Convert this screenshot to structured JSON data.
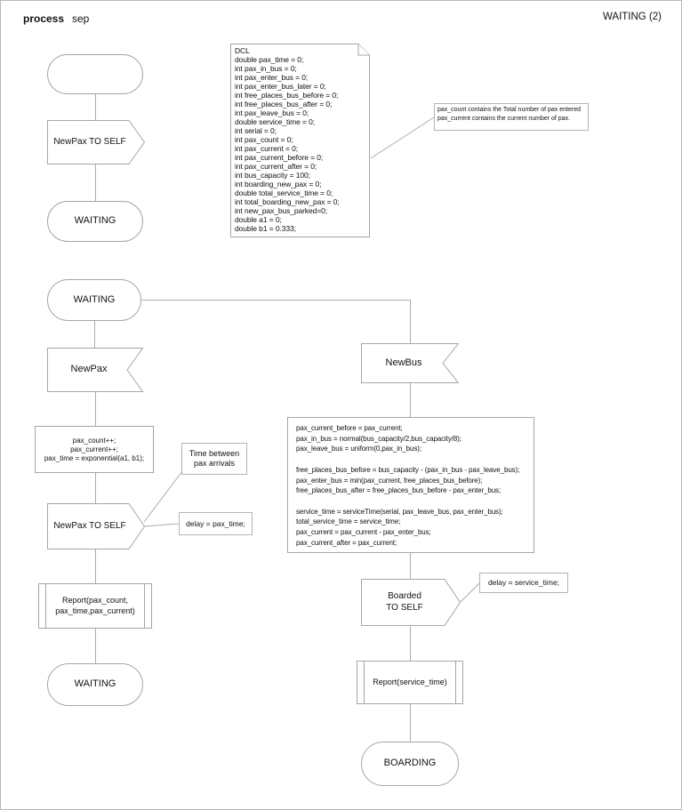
{
  "header": {
    "process_label": "process",
    "process_name": "sep",
    "page_label": "WAITING (2)"
  },
  "declarations": {
    "dcl_text": "DCL\ndouble pax_time = 0;\nint pax_in_bus = 0;\nint pax_enter_bus = 0;\nint pax_enter_bus_later = 0;\nint free_places_bus_before = 0;\nint free_places_bus_after = 0;\nint pax_leave_bus = 0;\ndouble service_time = 0;\nint serial = 0;\nint pax_count = 0;\nint pax_current = 0;\nint pax_current_before = 0;\nint pax_current_after = 0;\nint bus_capacity = 100;\nint boarding_new_pax = 0;\ndouble total_service_time = 0;\nint total_boarding_new_pax = 0;\nint new_pax_bus_parked=0;\ndouble a1 = 0;\ndouble b1 = 0.333;"
  },
  "comments": {
    "pax_note": "pax_count contains the Total number of pax entered\npax_current contains the current number of pax.",
    "time_between": "Time between\npax arrivals",
    "delay_pax": "delay = pax_time;",
    "delay_service": "delay = service_time;"
  },
  "left_flow": {
    "output_newpax_top": "NewPax TO SELF",
    "state_waiting_1": "WAITING",
    "state_waiting_2": "WAITING",
    "input_newpax": "NewPax",
    "task_code": "pax_count++;\npax_current++;\npax_time = exponential(a1, b1);",
    "output_newpax": "NewPax TO SELF",
    "procedure_report": "Report(pax_count,\npax_time,pax_current)",
    "state_waiting_3": "WAITING"
  },
  "right_flow": {
    "input_newbus": "NewBus",
    "task_code": "pax_current_before = pax_current;\npax_in_bus = normal(bus_capacity/2,bus_capacity/8);\npax_leave_bus = uniform(0,pax_in_bus);\n\nfree_places_bus_before = bus_capacity - (pax_in_bus - pax_leave_bus);\npax_enter_bus = min(pax_current, free_places_bus_before);\nfree_places_bus_after = free_places_bus_before - pax_enter_bus;\n\nservice_time = serviceTime(serial, pax_leave_bus, pax_enter_bus);\ntotal_service_time = service_time;\npax_current = pax_current - pax_enter_bus;\npax_current_after = pax_current;",
    "output_boarded": "Boarded\nTO SELF",
    "procedure_report": "Report(service_time)",
    "state_boarding": "BOARDING"
  }
}
